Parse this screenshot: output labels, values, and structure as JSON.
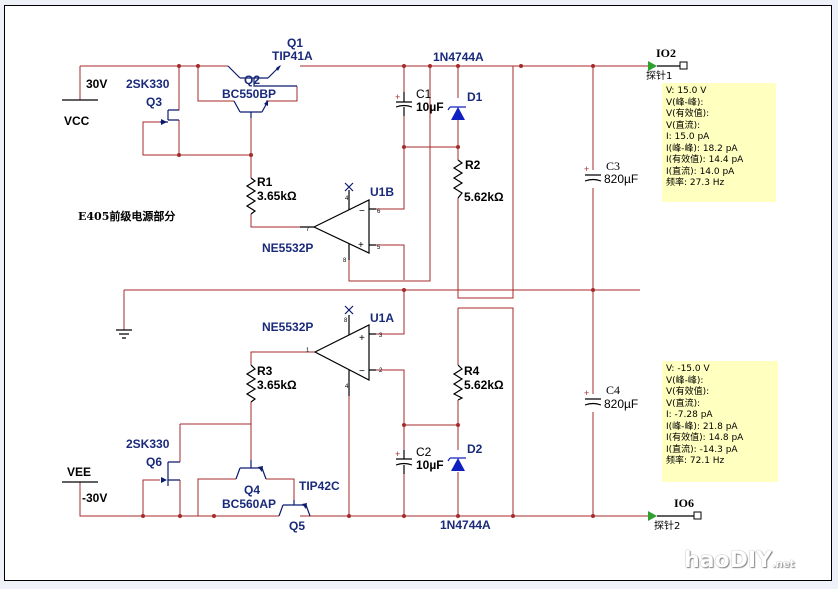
{
  "title": "E405前级电源部分",
  "power": {
    "vcc": {
      "name": "VCC",
      "voltage": "30V"
    },
    "vee": {
      "name": "VEE",
      "voltage": "-30V"
    }
  },
  "components": {
    "Q1": {
      "ref": "Q1",
      "part": "TIP41A"
    },
    "Q2": {
      "ref": "Q2",
      "part": "BC550BP"
    },
    "Q3": {
      "ref": "Q3",
      "part": "2SK330"
    },
    "Q4": {
      "ref": "Q4",
      "part": "BC560AP"
    },
    "Q5": {
      "ref": "Q5",
      "part": "TIP42C"
    },
    "Q6": {
      "ref": "Q6",
      "part": "2SK330"
    },
    "R1": {
      "ref": "R1",
      "value": "3.65kΩ"
    },
    "R2": {
      "ref": "R2",
      "value": "5.62kΩ"
    },
    "R3": {
      "ref": "R3",
      "value": "3.65kΩ"
    },
    "R4": {
      "ref": "R4",
      "value": "5.62kΩ"
    },
    "C1": {
      "ref": "C1",
      "value": "10µF"
    },
    "C2": {
      "ref": "C2",
      "value": "10µF"
    },
    "C3": {
      "ref": "C3",
      "value": "820µF"
    },
    "C4": {
      "ref": "C4",
      "value": "820µF"
    },
    "D1": {
      "ref": "D1",
      "part": "1N4744A"
    },
    "D2": {
      "ref": "D2",
      "part": "1N4744A"
    },
    "U1B": {
      "ref": "U1B",
      "part": "NE5532P",
      "pins": {
        "vplus": "4",
        "inv": "6",
        "noninv": "5",
        "out": "7",
        "vminus": "8"
      }
    },
    "U1A": {
      "ref": "U1A",
      "part": "NE5532P",
      "pins": {
        "vplus": "8",
        "noninv": "3",
        "inv": "2",
        "out": "1",
        "vminus": "4"
      }
    }
  },
  "probes": [
    {
      "net": "IO2",
      "tag": "探针1",
      "readings": [
        "V: 15.0 V",
        "V(峰-峰):",
        "V(有效值):",
        "V(直流):",
        "I: 15.0 pA",
        "I(峰-峰): 18.2 pA",
        "I(有效值): 14.4 pA",
        "I(直流): 14.0 pA",
        "频率: 27.3 Hz"
      ]
    },
    {
      "net": "IO6",
      "tag": "探针2",
      "readings": [
        "V: -15.0 V",
        "V(峰-峰):",
        "V(有效值):",
        "V(直流):",
        "I: -7.28 pA",
        "I(峰-峰): 21.8 pA",
        "I(有效值): 14.8 pA",
        "I(直流): -14.3 pA",
        "频率: 72.1 Hz"
      ]
    }
  ],
  "watermark": {
    "main": "haoDIY",
    "suffix": ".net"
  },
  "colors": {
    "wire": "#a52a2a",
    "component": "#0b1a6e",
    "zener": "#1020c0",
    "probe_panel": "#ffffc0",
    "probe_arrow": "#2ea02e"
  }
}
